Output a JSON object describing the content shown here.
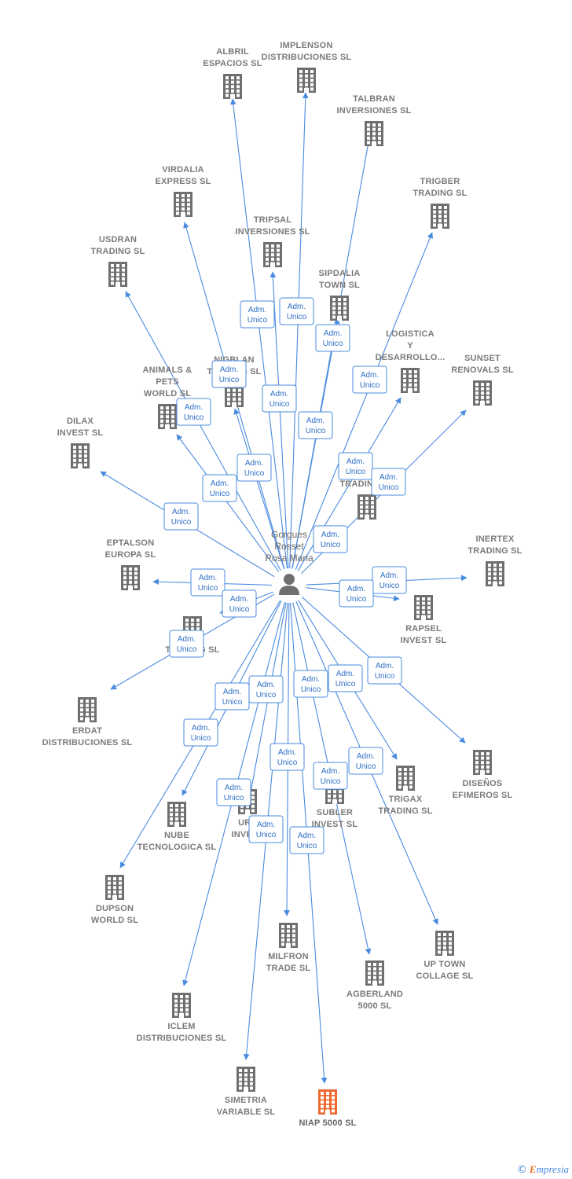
{
  "role_label": [
    "Adm.",
    "Unico"
  ],
  "colors": {
    "edge": "#4a8be0",
    "building": "#6f6f6f",
    "highlight": "#ef6a33"
  },
  "center": {
    "name": [
      "Gorgues",
      "Rosset",
      "Rosa Maria"
    ],
    "icon": "person-icon"
  },
  "watermark": {
    "copyright": "©",
    "brand_first": "E",
    "brand_rest": "mpresia"
  },
  "companies": [
    {
      "id": "albril",
      "label": [
        "ALBRIL",
        "ESPACIOS SL"
      ]
    },
    {
      "id": "implenson",
      "label": [
        "IMPLENSON",
        "DISTRIBUCIONES SL"
      ]
    },
    {
      "id": "talbran",
      "label": [
        "TALBRAN",
        "INVERSIONES SL"
      ]
    },
    {
      "id": "virdalia",
      "label": [
        "VIRDALIA",
        "EXPRESS SL"
      ]
    },
    {
      "id": "trigber",
      "label": [
        "TRIGBER",
        "TRADING SL"
      ]
    },
    {
      "id": "tripsal",
      "label": [
        "TRIPSAL",
        "INVERSIONES SL"
      ]
    },
    {
      "id": "usdran",
      "label": [
        "USDRAN",
        "TRADING SL"
      ]
    },
    {
      "id": "sipdalia",
      "label": [
        "SIPDALIA",
        "TOWN SL"
      ]
    },
    {
      "id": "logistica",
      "label": [
        "LOGISTICA",
        "Y",
        "DESARROLLO..."
      ]
    },
    {
      "id": "nigblan",
      "label": [
        "NIGBLAN",
        "TRADING SL"
      ]
    },
    {
      "id": "animals",
      "label": [
        "ANIMALS &",
        "PETS",
        "WORLD SL"
      ]
    },
    {
      "id": "sunset",
      "label": [
        "SUNSET",
        "RENOVALS SL"
      ]
    },
    {
      "id": "dilax",
      "label": [
        "DILAX",
        "INVEST SL"
      ]
    },
    {
      "id": "trading_mid",
      "label": [
        "TRADING SL"
      ]
    },
    {
      "id": "eptalson",
      "label": [
        "EPTALSON",
        "EUROPA SL"
      ]
    },
    {
      "id": "inertex",
      "label": [
        "INERTEX",
        "TRADING SL"
      ]
    },
    {
      "id": "rapsel",
      "label": [
        "RAPSEL",
        "INVEST SL"
      ]
    },
    {
      "id": "trading_left",
      "label": [
        "TRADING SL"
      ]
    },
    {
      "id": "erdat",
      "label": [
        "ERDAT",
        "DISTRIBUCIONES SL"
      ]
    },
    {
      "id": "disenos",
      "label": [
        "DISEÑOS",
        "EFIMEROS SL"
      ]
    },
    {
      "id": "trigax",
      "label": [
        "TRIGAX",
        "TRADING SL"
      ]
    },
    {
      "id": "subler",
      "label": [
        "SUBLER",
        "INVEST SL"
      ]
    },
    {
      "id": "urs",
      "label": [
        "URS",
        "INVEST"
      ]
    },
    {
      "id": "nube",
      "label": [
        "NUBE",
        "TECNOLOGICA SL"
      ]
    },
    {
      "id": "dupson",
      "label": [
        "DUPSON",
        "WORLD SL"
      ]
    },
    {
      "id": "uptown",
      "label": [
        "UP TOWN",
        "COLLAGE SL"
      ]
    },
    {
      "id": "milfron",
      "label": [
        "MILFRON",
        "TRADE SL"
      ]
    },
    {
      "id": "agberland",
      "label": [
        "AGBERLAND",
        "5000 SL"
      ]
    },
    {
      "id": "iclem",
      "label": [
        "ICLEM",
        "DISTRIBUCIONES SL"
      ]
    },
    {
      "id": "simetria",
      "label": [
        "SIMETRIA",
        "VARIABLE SL"
      ]
    },
    {
      "id": "niap",
      "label": [
        "NIAP 5000  SL"
      ],
      "highlight": true
    }
  ]
}
